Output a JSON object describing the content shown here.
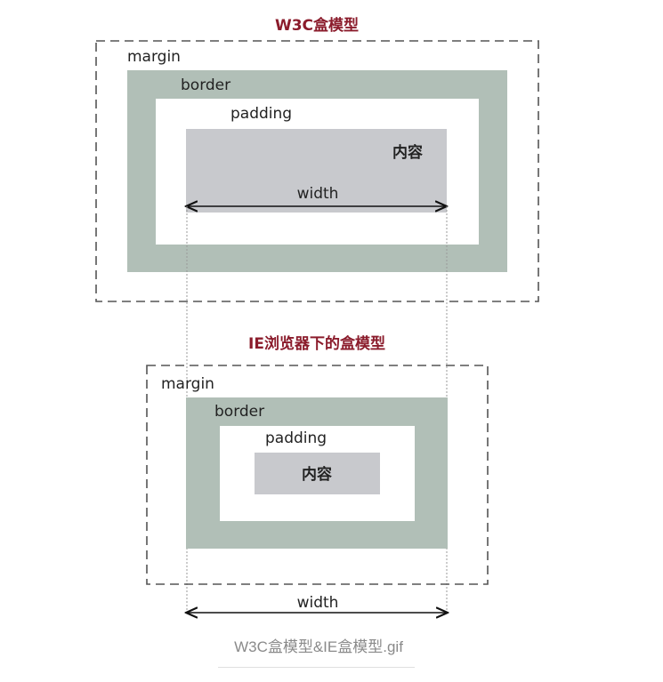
{
  "w3c_box": {
    "title": "W3C盒模型",
    "margin_label": "margin",
    "border_label": "border",
    "padding_label": "padding",
    "content_label": "内容",
    "width_label": "width"
  },
  "ie_box": {
    "title": "IE浏览器下的盒模型",
    "margin_label": "margin",
    "border_label": "border",
    "padding_label": "padding",
    "content_label": "内容",
    "width_label": "width"
  },
  "caption": "W3C盒模型&IE盒模型.gif",
  "colors": {
    "title": "#8b1c2c",
    "border_fill": "#b1bfb7",
    "content_fill": "#c8c9cd",
    "dashed_line": "#555555"
  }
}
